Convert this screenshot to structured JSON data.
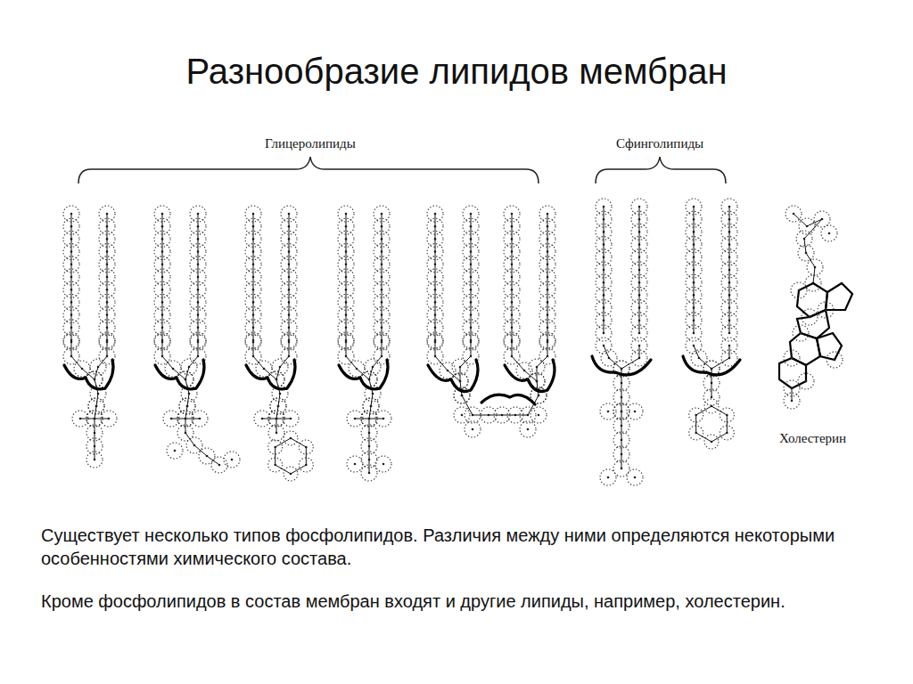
{
  "diagram": {
    "title": "Разнообразие липидов мембран",
    "labels": [
      "Глицеролипиды",
      "Сфинголипиды",
      "Холестерин",
      "Существует несколько типов фосфолипидов. Различия между ними определяются некоторыми особенностями химического состава.",
      "Кроме фосфолипидов в состав мембран входят и другие липиды, например, холестерин."
    ]
  }
}
